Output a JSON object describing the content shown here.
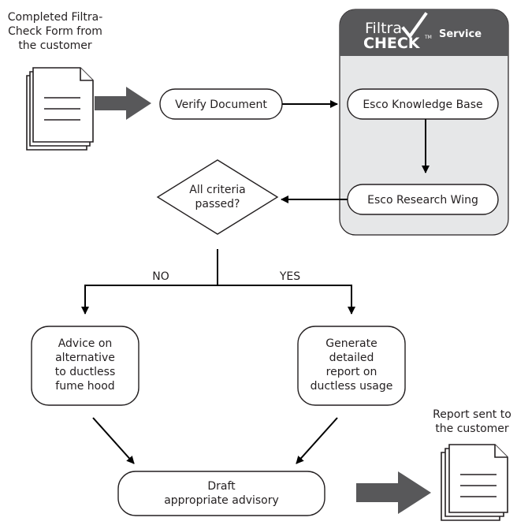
{
  "source_doc": {
    "caption": [
      "Completed Filtra-",
      "Check Form from",
      "the customer"
    ]
  },
  "output_doc": {
    "caption": [
      "Report sent to",
      "the customer"
    ]
  },
  "service_panel": {
    "brand_top": "Filtra",
    "brand_bottom": "CHECK",
    "trademark": "TM",
    "title": "Service",
    "header_color": "#58585a",
    "body_color": "#e6e7e8"
  },
  "nodes": {
    "verify": "Verify Document",
    "knowledge_base": "Esco Knowledge Base",
    "research_wing": "Esco Research Wing",
    "decision": [
      "All criteria",
      "passed?"
    ],
    "advice": [
      "Advice on",
      "alternative",
      "to ductless",
      "fume hood"
    ],
    "generate": [
      "Generate",
      "detailed",
      "report on",
      "ductless usage"
    ],
    "draft": [
      "Draft",
      "appropriate advisory"
    ]
  },
  "branches": {
    "no": "NO",
    "yes": "YES"
  },
  "colors": {
    "block_arrow": "#58585a",
    "line": "#000000"
  }
}
